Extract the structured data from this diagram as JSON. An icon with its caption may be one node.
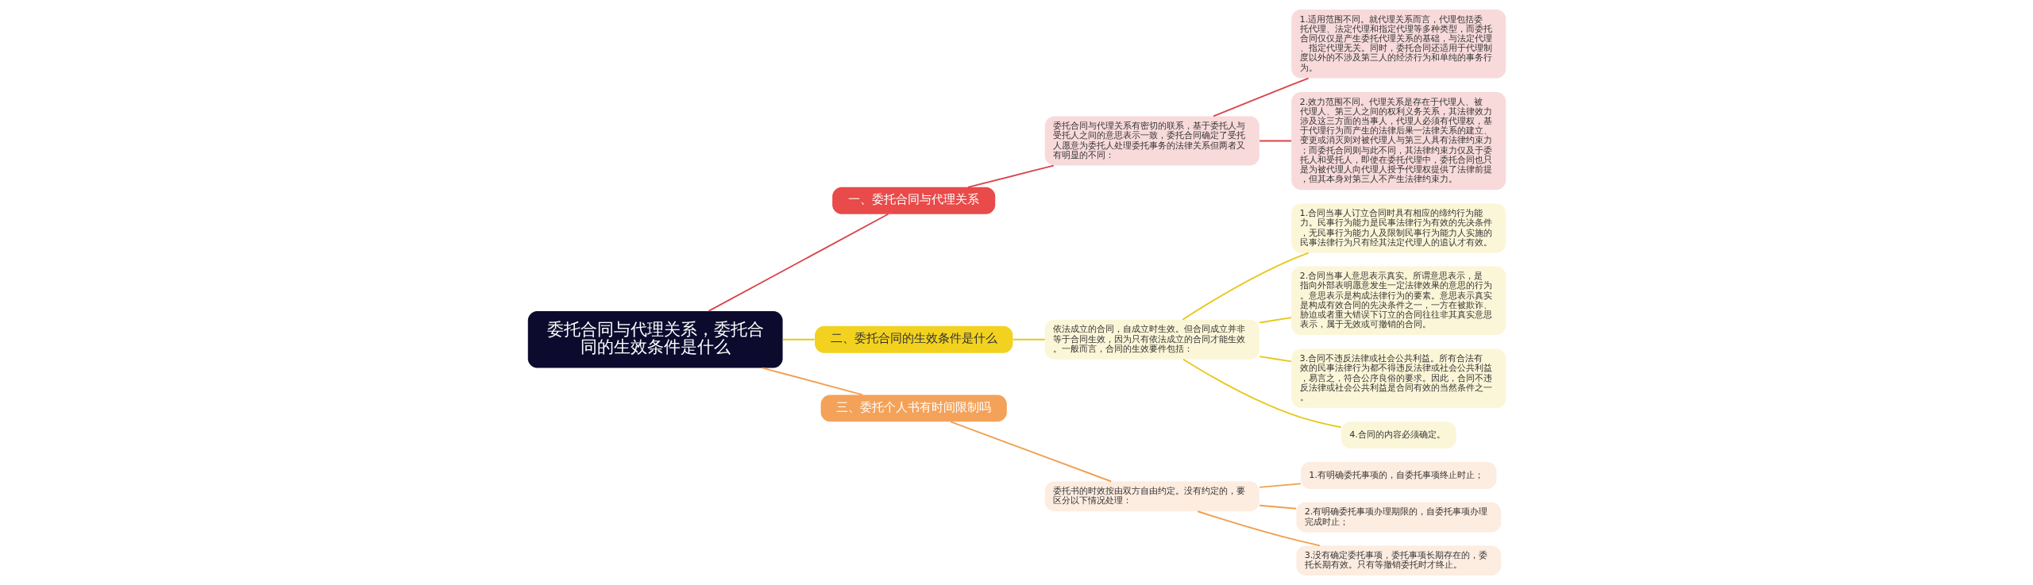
{
  "diagram": {
    "nodes": [
      {
        "text": [
          "委托合同与代理关系，委托合同的生效条件是什么"
        ]
      },
      {
        "text": [
          "一、委托合同与代理关系"
        ]
      },
      {
        "text": [
          "委托合同与代理关系有密切的联系，基于委托人与受托人之间的意思表示一致，委托合同确定了受托人愿意为委托人处理委托事务的法律关系但两者又有明显的不同："
        ]
      },
      {
        "text": [
          "1.适用范围不同。就代理关系而言，代理包括委托代理、法定代理和指定代理等多种类型，而委托合同仅仅是产生委托代理关系的基础，与法定代理、指定代理无关。同时，委托合同还适用于代理制度以外的不涉及第三人的经济行为和单纯的事务行为。"
        ]
      },
      {
        "text": [
          "2.效力范围不同。代理关系是存在于代理人、被代理人、第三人之间的权利义务关系，其法律效力涉及这三方面的当事人，代理人必须有代理权，基于代理行为而产生的法律后果一法律关系的建立、变更或消灭则对被代理人与第三人具有法律约束力；而委托合同则与此不同，其法律约束力仅及于委托人和受托人，即使在委托代理中，委托合同也只是为被代理人向代理人授予代理权提供了法律前提，但其本身对第三人不产生法律约束力。"
        ]
      },
      {
        "text": [
          "二、委托合同的生效条件是什么"
        ]
      },
      {
        "text": [
          "依法成立的合同，自成立时生效。但合同成立并非等于合同生效，因为只有依法成立的合同才能生效。一般而言，合同的生效要件包括："
        ]
      },
      {
        "text": [
          "1.合同当事人订立合同时具有相应的缔约行为能力。民事行为能力是民事法律行为有效的先决条件，无民事行为能力人及限制民事行为能力人实施的民事法律行为只有经其法定代理人的追认才有效。"
        ]
      },
      {
        "text": [
          "2.合同当事人意思表示真实。所谓意思表示，是指向外部表明愿意发生一定法律效果的意思的行为。意思表示是构成法律行为的要素。意思表示真实是构成有效合同的先决条件之一，一方在被欺诈、胁迫或者重大错误下订立的合同往往非其真实意思表示，属于无效或可撤销的合同。"
        ]
      },
      {
        "text": [
          "3.合同不违反法律或社会公共利益。所有合法有效的民事法律行为都不得违反法律或社会公共利益，易言之，符合公序良俗的要求。因此，合同不违反法律或社会公共利益是合同有效的当然条件之一。"
        ]
      },
      {
        "text": [
          "4.合同的内容必须确定。"
        ]
      },
      {
        "text": [
          "三、委托个人书有时间限制吗"
        ]
      },
      {
        "text": [
          "委托书的时效按由双方自由约定。没有约定的，要区分以下情况处理："
        ]
      },
      {
        "text": [
          "1.有明确委托事项的，自委托事项终止时止；"
        ]
      },
      {
        "text": [
          "2.有明确委托事项办理期限的，自委托事项办理完成时止；"
        ]
      },
      {
        "text": [
          "3.没有确定委托事项，委托事项长期存在的，委托长期有效。只有等撤销委托时才终止。"
        ]
      }
    ],
    "edges": [
      {
        "from": 0,
        "to": 1,
        "arrow": "none",
        "color": "#d9454b"
      },
      {
        "from": 1,
        "to": 2,
        "arrow": "none",
        "color": "#d9454b"
      },
      {
        "from": 2,
        "to": 3,
        "arrow": "none",
        "color": "#d9454b"
      },
      {
        "from": 2,
        "to": 4,
        "arrow": "none",
        "color": "#d9454b"
      },
      {
        "from": 0,
        "to": 5,
        "arrow": "none",
        "color": "#e8c81e"
      },
      {
        "from": 5,
        "to": 6,
        "arrow": "none",
        "color": "#e8c81e"
      },
      {
        "from": 6,
        "to": 7,
        "arrow": "none",
        "color": "#e8c81e"
      },
      {
        "from": 6,
        "to": 8,
        "arrow": "none",
        "color": "#e8c81e"
      },
      {
        "from": 6,
        "to": 9,
        "arrow": "none",
        "color": "#e8c81e"
      },
      {
        "from": 6,
        "to": 10,
        "arrow": "none",
        "color": "#e8c81e"
      },
      {
        "from": 0,
        "to": 11,
        "arrow": "none",
        "color": "#f0a050"
      },
      {
        "from": 11,
        "to": 12,
        "arrow": "none",
        "color": "#f0a050"
      },
      {
        "from": 12,
        "to": 13,
        "arrow": "none",
        "color": "#f0a050"
      },
      {
        "from": 12,
        "to": 14,
        "arrow": "none",
        "color": "#f0a050"
      },
      {
        "from": 12,
        "to": 15,
        "arrow": "none",
        "color": "#f0a050"
      }
    ]
  }
}
